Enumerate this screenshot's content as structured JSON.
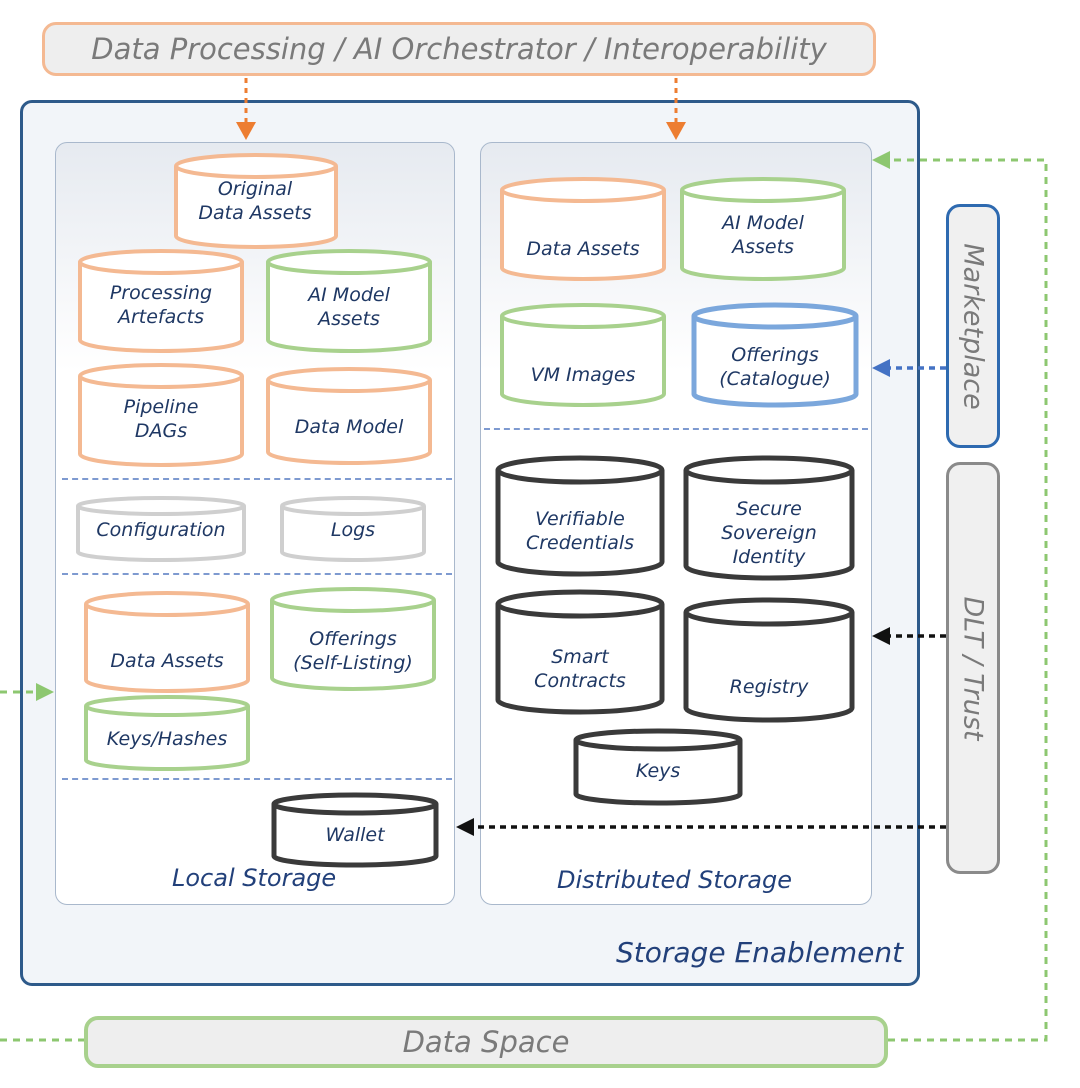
{
  "title_banner": "Data Processing / AI Orchestrator / Interoperability",
  "bottom_banner": "Data Space",
  "outer_label": "Storage Enablement",
  "local": {
    "label": "Local Storage",
    "original_data_assets": "Original\nData Assets",
    "processing_artefacts": "Processing\nArtefacts",
    "ai_model_assets": "AI Model\nAssets",
    "pipeline_dags": "Pipeline\nDAGs",
    "data_model": "Data  Model",
    "configuration": "Configuration",
    "logs": "Logs",
    "data_assets": "Data Assets",
    "offerings_self_listing": "Offerings\n(Self-Listing)",
    "keys_hashes": "Keys/Hashes",
    "wallet": "Wallet"
  },
  "distributed": {
    "label": "Distributed Storage",
    "data_assets": "Data Assets",
    "ai_model_assets": "AI Model\nAssets",
    "vm_images": "VM Images",
    "offerings_catalogue": "Offerings\n(Catalogue)",
    "verifiable_credentials": "Verifiable\nCredentials",
    "secure_sovereign_identity": "Secure\nSovereign\nIdentity",
    "smart_contracts": "Smart\nContracts",
    "registry": "Registry",
    "keys": "Keys"
  },
  "marketplace": "Marketplace",
  "dlt_trust": "DLT / Trust",
  "colors": {
    "orange": "#f4b992",
    "green": "#a8d18d",
    "blue": "#7ba7dc",
    "gray": "#cfcfcf",
    "dark": "#3a3a3a",
    "arrow_orange": "#ed7d31",
    "arrow_green": "#8dc770",
    "arrow_blue": "#4472c4",
    "frame": "#2e5a8a"
  }
}
